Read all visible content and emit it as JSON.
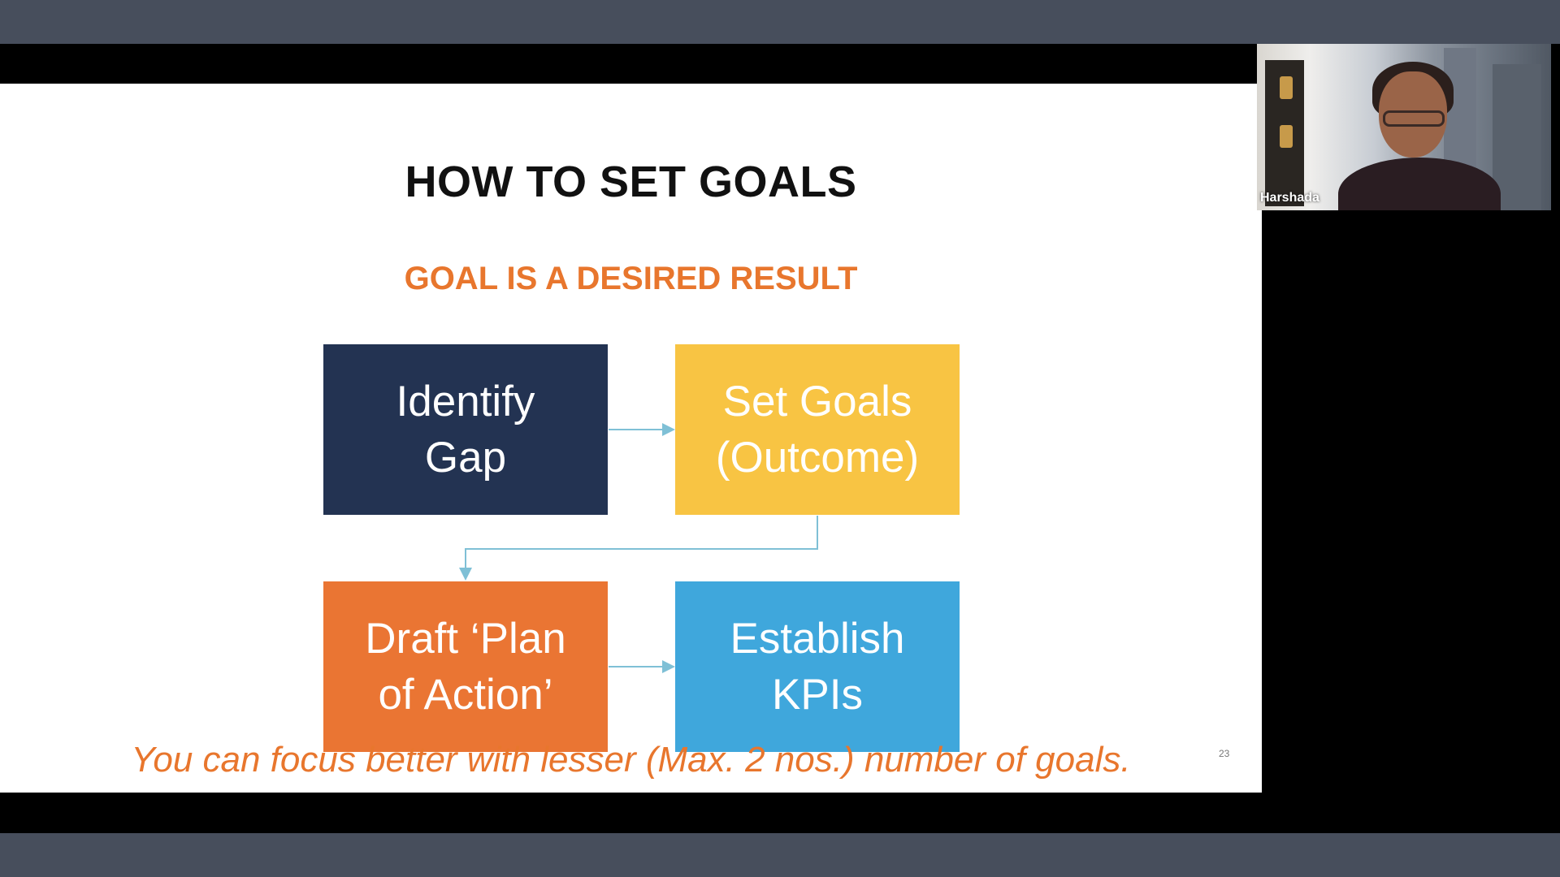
{
  "slide": {
    "title": "HOW TO SET GOALS",
    "subtitle": "GOAL IS A DESIRED RESULT",
    "steps": [
      {
        "label": "Identify\nGap"
      },
      {
        "label": "Set Goals\n(Outcome)"
      },
      {
        "label": "Draft ‘Plan\nof Action’"
      },
      {
        "label": "Establish\nKPIs"
      }
    ],
    "footnote": "You can focus better with lesser (Max. 2 nos.) number of goals.",
    "page_number": "23"
  },
  "participant": {
    "name": "Harshada"
  },
  "colors": {
    "navy": "#233352",
    "yellow": "#f8c443",
    "orange": "#ea7533",
    "blue": "#3fa7dc",
    "accent_text": "#e8762d",
    "connector": "#7fc0d6"
  }
}
